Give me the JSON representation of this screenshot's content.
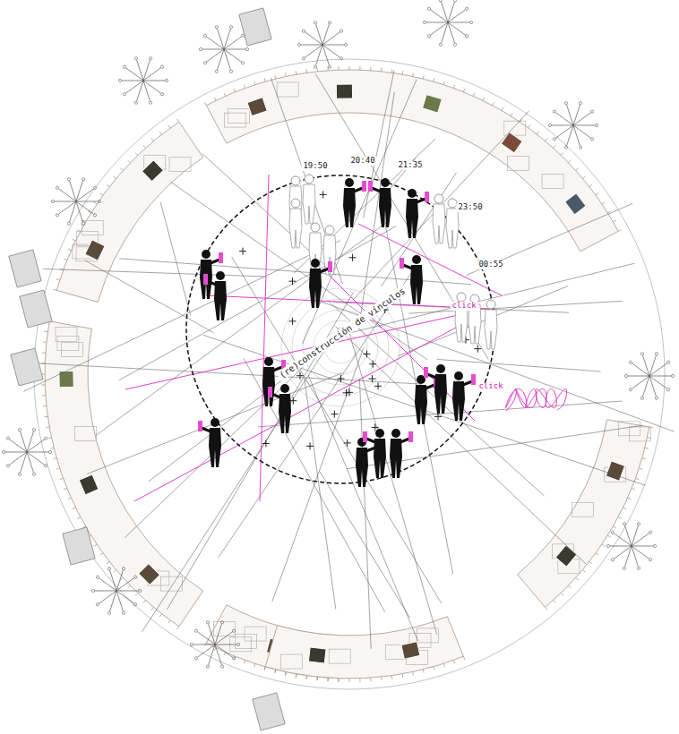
{
  "diagram": {
    "labels": [
      "19:50",
      "20:40",
      "21:35",
      "23:50",
      "00:55",
      "(re)construcción de vínculos",
      "click",
      "click"
    ]
  }
}
